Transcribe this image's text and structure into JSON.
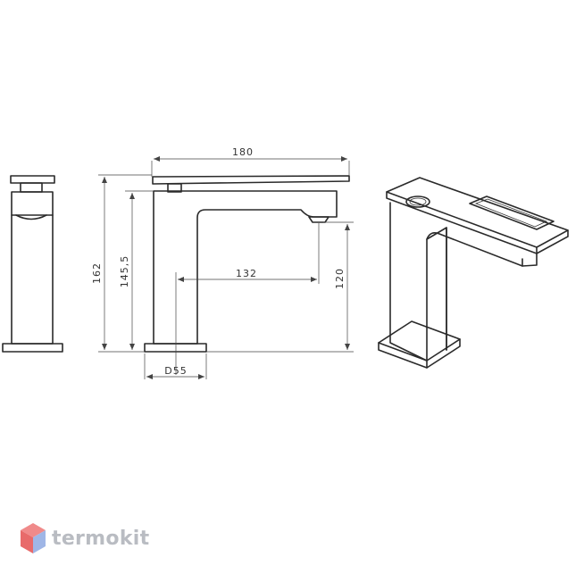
{
  "dimensions": {
    "spout_length": "180",
    "total_height": "162",
    "body_height": "145,5",
    "reach": "132",
    "outlet_height": "120",
    "base_diameter": "D55"
  },
  "brand": {
    "name": "termokit",
    "colors": {
      "text": "#b9bcc2",
      "hex_top": "#f08a8a",
      "hex_left": "#e86a6a",
      "hex_right": "#9fb6e6"
    }
  }
}
